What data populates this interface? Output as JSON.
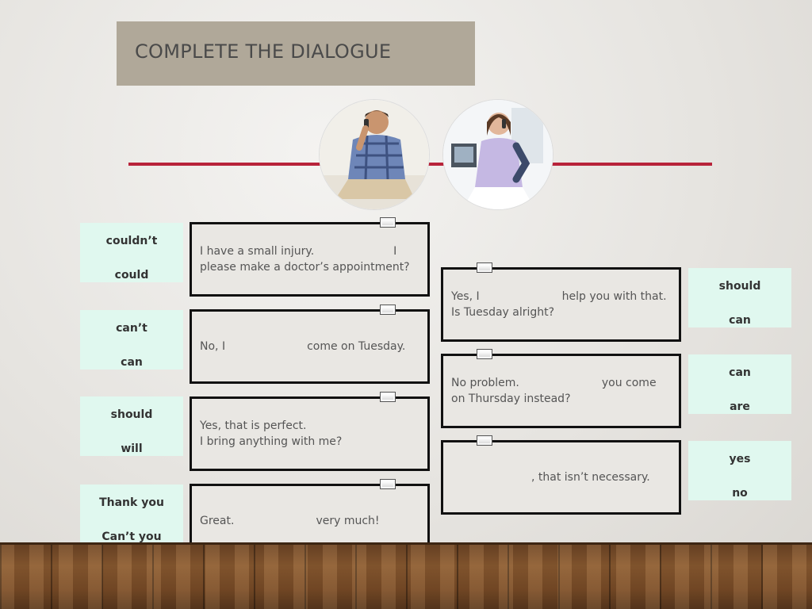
{
  "title": "COMPLETE THE DIALOGUE",
  "left_cards": [
    {
      "line1_a": "I have a  small injury.",
      "line1_b": "I",
      "line2": "please make a doctor’s appointment?"
    },
    {
      "line1_a": "No, I",
      "line1_b": "come on Tuesday.",
      "line2": ""
    },
    {
      "line1_a": "Yes, that is perfect.",
      "line1_b": "",
      "line2": "I  bring anything with  me?"
    },
    {
      "line1_a": "Great.",
      "line1_b": "very much!",
      "line2": ""
    }
  ],
  "right_cards": [
    {
      "line1_a": "Yes, I",
      "line1_b": "help you with that.",
      "line2": "Is Tuesday alright?"
    },
    {
      "line1_a": "No problem.",
      "line1_b": "you come",
      "line2": "on Thursday instead?"
    },
    {
      "line1_a": "",
      "line1_b": ", that isn’t necessary.",
      "line2": ""
    }
  ],
  "left_options": [
    {
      "a": "couldn’t",
      "b": "could"
    },
    {
      "a": "can’t",
      "b": "can"
    },
    {
      "a": "should",
      "b": "will"
    },
    {
      "a": "Thank you",
      "b": "Can’t you"
    }
  ],
  "right_options": [
    {
      "a": "should",
      "b": "can"
    },
    {
      "a": "can",
      "b": "are"
    },
    {
      "a": "yes",
      "b": "no"
    }
  ],
  "colors": {
    "accent_line": "#b8233a",
    "title_bg": "#b0a899",
    "option_bg": "#e0f8ef"
  }
}
